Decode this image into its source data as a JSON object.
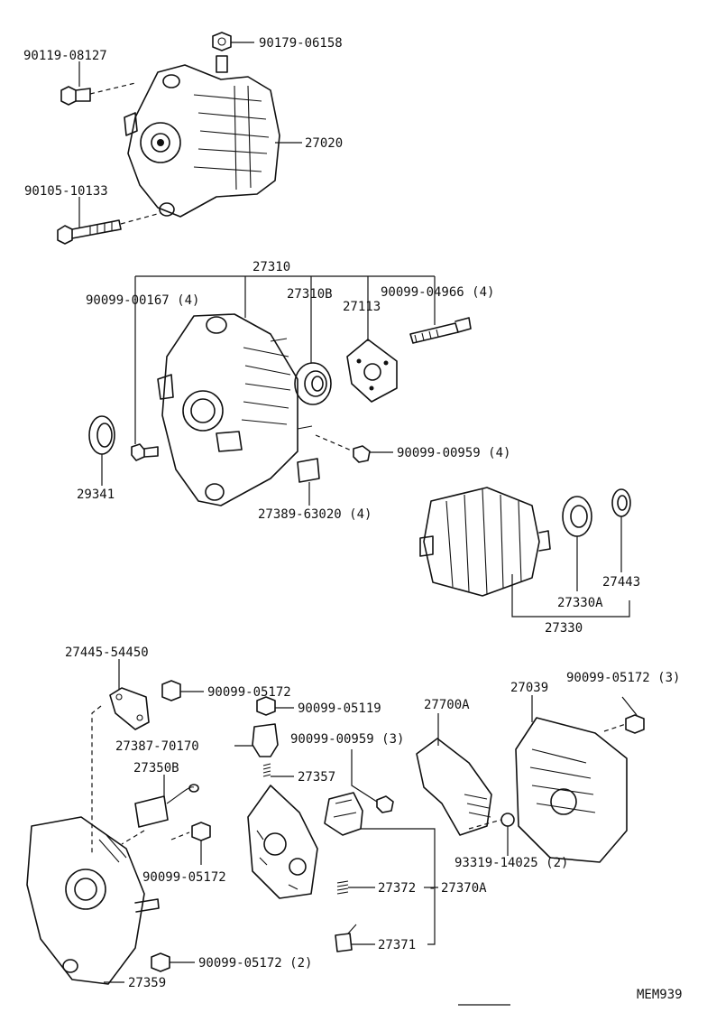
{
  "labels": {
    "p90179_06158": "90179-06158",
    "p90119_08127": "90119-08127",
    "p27020": "27020",
    "p90105_10133": "90105-10133",
    "p27310": "27310",
    "p90099_00167": "90099-00167 (4)",
    "p27310B": "27310B",
    "p90099_04966": "90099-04966 (4)",
    "p27113": "27113",
    "p90099_00959_4": "90099-00959 (4)",
    "p29341": "29341",
    "p27389_63020": "27389-63020 (4)",
    "p27443": "27443",
    "p27330A": "27330A",
    "p27330": "27330",
    "p27445_54450": "27445-54450",
    "p90099_05172_a": "90099-05172",
    "p90099_05119": "90099-05119",
    "p27700A": "27700A",
    "p27039": "27039",
    "p90099_05172_3": "90099-05172 (3)",
    "p27387_70170": "27387-70170",
    "p90099_00959_3": "90099-00959 (3)",
    "p27350B": "27350B",
    "p27357": "27357",
    "p90099_05172_b": "90099-05172",
    "p93319_14025": "93319-14025 (2)",
    "p27372": "27372",
    "p27370A": "27370A",
    "p27371": "27371",
    "p90099_05172_2": "90099-05172 (2)",
    "p27359": "27359",
    "code": "MEM939"
  }
}
